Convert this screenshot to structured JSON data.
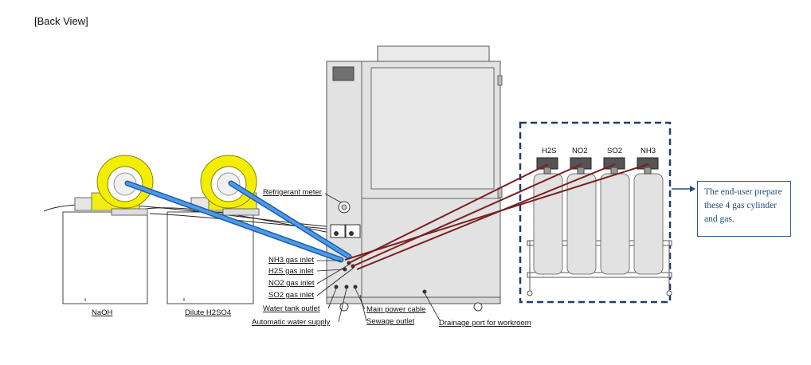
{
  "title": "[Back View]",
  "labels": {
    "refrigerant_meter": "Refrigerant meter",
    "nh3_inlet": "NH3 gas inlet",
    "h2s_inlet": "H2S gas inlet",
    "no2_inlet": "NO2 gas inlet",
    "so2_inlet": "SO2 gas inlet",
    "water_tank_outlet": "Water tank outlet",
    "auto_water_supply": "Automatic water supply",
    "main_power_cable": "Main power cable",
    "sewage_outlet": "Sewage outlet",
    "drainage_port": "Drainage port for workroom",
    "naoh": "NaOH",
    "dilute_h2so4": "Dilute H2SO4"
  },
  "cylinders": [
    "H2S",
    "NO2",
    "SO2",
    "NH3"
  ],
  "note": "The end-user prepare these 4 gas cylinder and gas.",
  "colors": {
    "gas_line": "#7a1f1f",
    "blue_hose": "#2f7fd0",
    "fan_yellow": "#e8e000",
    "dashed_box": "#1f3d6b"
  }
}
